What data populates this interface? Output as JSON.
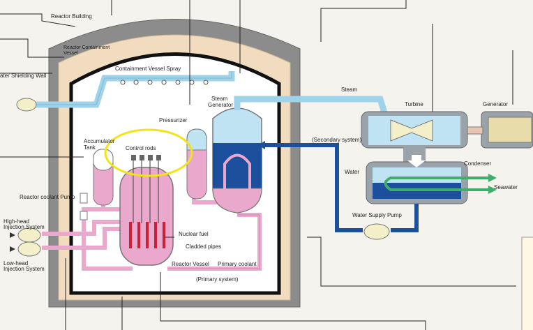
{
  "labels": {
    "reactor_building": "Reactor Building",
    "containment_vessel_l1": "Reactor Containment",
    "containment_vessel_l2": "Vessel",
    "shielding_wall": "ater Shielding Wall",
    "containment_spray": "Containment Vessel Spray",
    "steam_generator_l1": "Steam",
    "steam_generator_l2": "Generator",
    "steam": "Steam",
    "turbine": "Turbine",
    "generator": "Generator",
    "pressurizer": "Pressurizer",
    "accumulator_l1": "Accumulator",
    "accumulator_l2": "Tank",
    "control_rods": "Control rods",
    "secondary_system": "(Secondary system)",
    "water": "Water",
    "condenser": "Condenser",
    "seawater": "Seawater",
    "reactor_coolant_pump": "Reactor coolant Pump",
    "high_head_l1": "High-head",
    "high_head_l2": "Injection System",
    "low_head_l1": "Low-head",
    "low_head_l2": "Injection System",
    "nuclear_fuel": "Nuclear fuel",
    "cladded_pipes": "Cladded pipes",
    "reactor_vessel": "Reactor Vessel",
    "primary_coolant": "Primary coolant",
    "primary_system": "(Primary system)",
    "water_supply_pump": "Water Supply Pump"
  },
  "colors": {
    "background": "#f4f3ee",
    "building_wall": "#8c8c8c",
    "shield": "#f1dcc0",
    "primary_pink": "#e9a8cc",
    "steam_blue": "#bfe3f3",
    "water_blue": "#1c4f9c",
    "seawater_green": "#3fae6a",
    "fuel_red": "#cc1f3a",
    "highlight_yellow": "#f3e419"
  }
}
